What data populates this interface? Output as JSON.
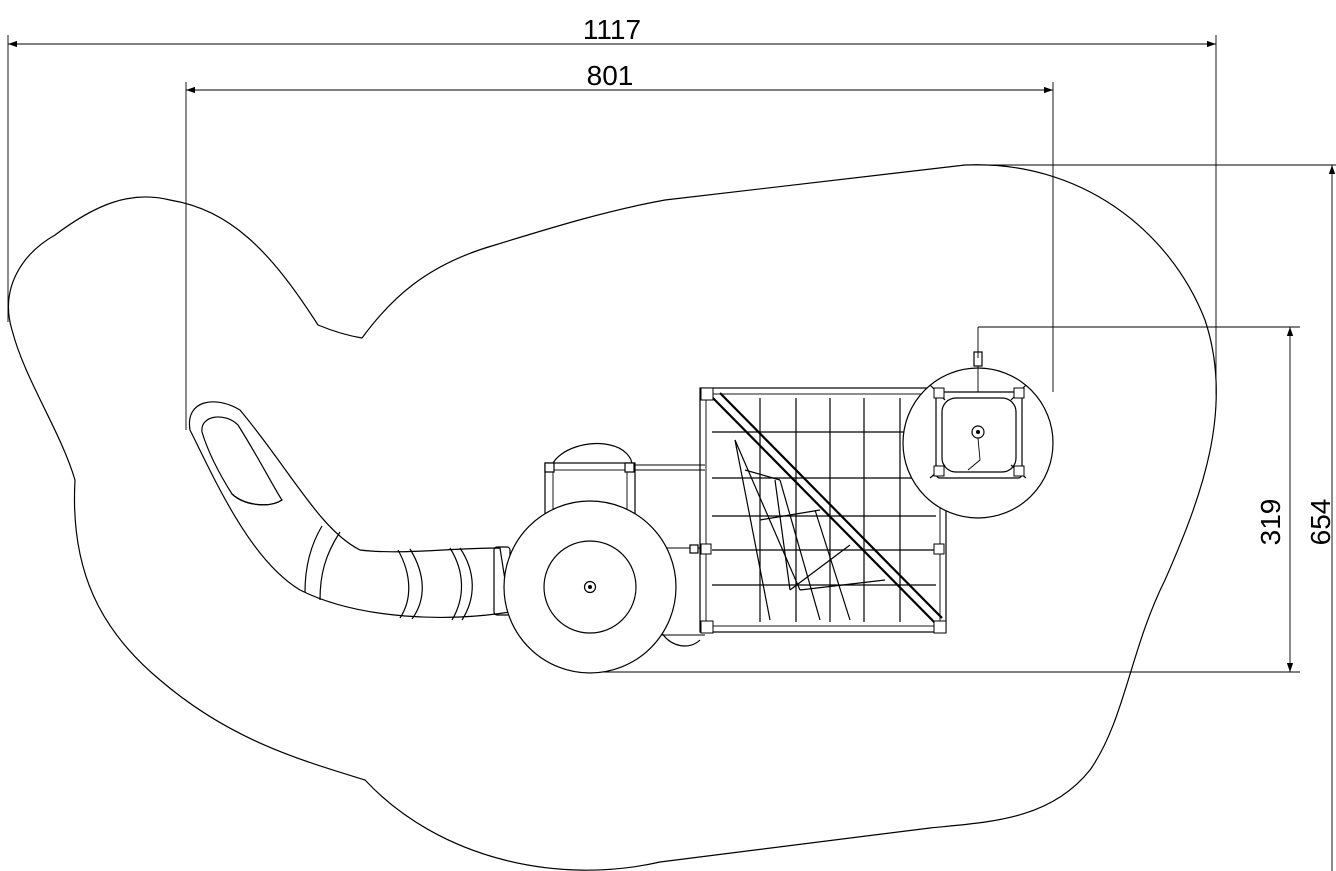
{
  "dimensions": {
    "overall_width": "1117",
    "structure_width": "801",
    "structure_depth": "319",
    "overall_depth": "654"
  }
}
